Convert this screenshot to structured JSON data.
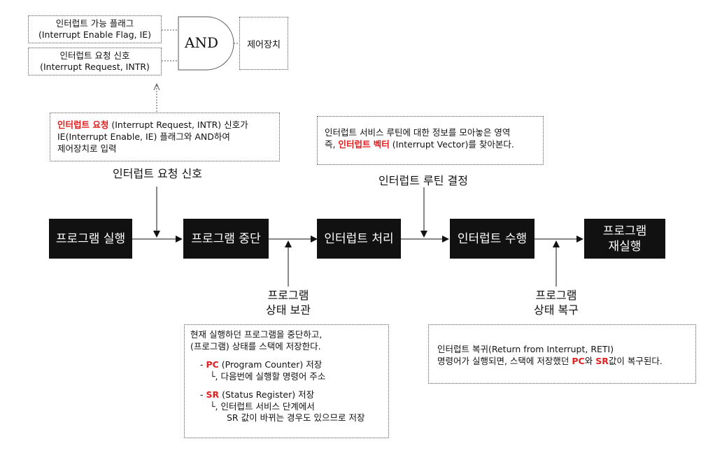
{
  "top_inputs": {
    "flag_line1": "인터럽트 가능 플래그",
    "flag_line2": "(Interrupt Enable Flag, IE)",
    "req_line1": "인터럽트 요청 신호",
    "req_line2": "(Interrupt Request, INTR)",
    "and_gate": "AND",
    "control_unit": "제어장치"
  },
  "note_request": {
    "highlight": "인터럽트 요청",
    "rest1": " (Interrupt Request, INTR) 신호가",
    "line2": "IE(Interrupt Enable, IE) 플래그와 AND하여",
    "line3": "제어장치로 입력"
  },
  "note_vector": {
    "line1": "인터럽트 서비스 루틴에 대한 정보를 모아놓은 영역",
    "prefix": "즉, ",
    "highlight": "인터럽트 벡터",
    "rest": " (Interrupt Vector)를 찾아본다."
  },
  "labels": {
    "interrupt_request": "인터럽트 요청 신호",
    "routine_decision": "인터럽트 루틴 결정",
    "save_state_line1": "프로그램",
    "save_state_line2": "상태 보관",
    "restore_state_line1": "프로그램",
    "restore_state_line2": "상태 복구"
  },
  "flow": {
    "step1": "프로그램 실행",
    "step2": "프로그램 중단",
    "step3": "인터럽트 처리",
    "step4": "인터럽트 수행",
    "step5_line1": "프로그램",
    "step5_line2": "재실행"
  },
  "note_save": {
    "line1": "현재 실행하던 프로그램을 중단하고,",
    "line2": "(프로그램) 상태를 스택에 저장한다.",
    "pc_dash": "- ",
    "pc_highlight": "PC",
    "pc_rest": " (Program Counter) 저장",
    "pc_sub": "└, 다음번에 실행할 명령어 주소",
    "sr_dash": "- ",
    "sr_highlight": "SR",
    "sr_rest": " (Status Register) 저장",
    "sr_sub1": "└, 인터럽트 서비스 단계에서",
    "sr_sub2": "SR 값이 바뀌는 경우도 있으므로 저장"
  },
  "note_restore": {
    "line1": "인터럽트 복귀(Return from Interrupt, RETI)",
    "line2_a": "명령어가 실행되면, 스택에 저장했던 ",
    "pc": "PC",
    "line2_b": "와 ",
    "sr": "SR",
    "line2_c": "값이 복구된다."
  },
  "colors": {
    "highlight": "#e02020",
    "block": "#111111"
  }
}
